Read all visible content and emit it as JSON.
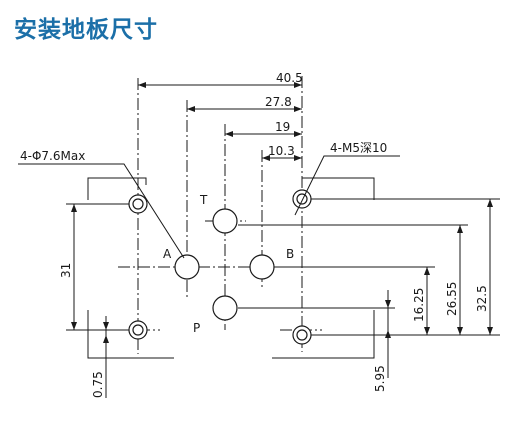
{
  "title": "安装地板尺寸",
  "colors": {
    "title": "#1b6fa8",
    "line": "#1a1a1a"
  },
  "ports": {
    "T": "T",
    "A": "A",
    "B": "B",
    "P": "P"
  },
  "callouts": {
    "mount_holes": "4-Φ7.6Max",
    "thread_holes": "4-M5深10"
  },
  "dimensions": {
    "d40_5": "40.5",
    "d27_8": "27.8",
    "d19": "19",
    "d10_3": "10.3",
    "d31": "31",
    "d0_75": "0.75",
    "d16_25": "16.25",
    "d26_55": "26.55",
    "d32_5": "32.5",
    "d5_95": "5.95"
  }
}
